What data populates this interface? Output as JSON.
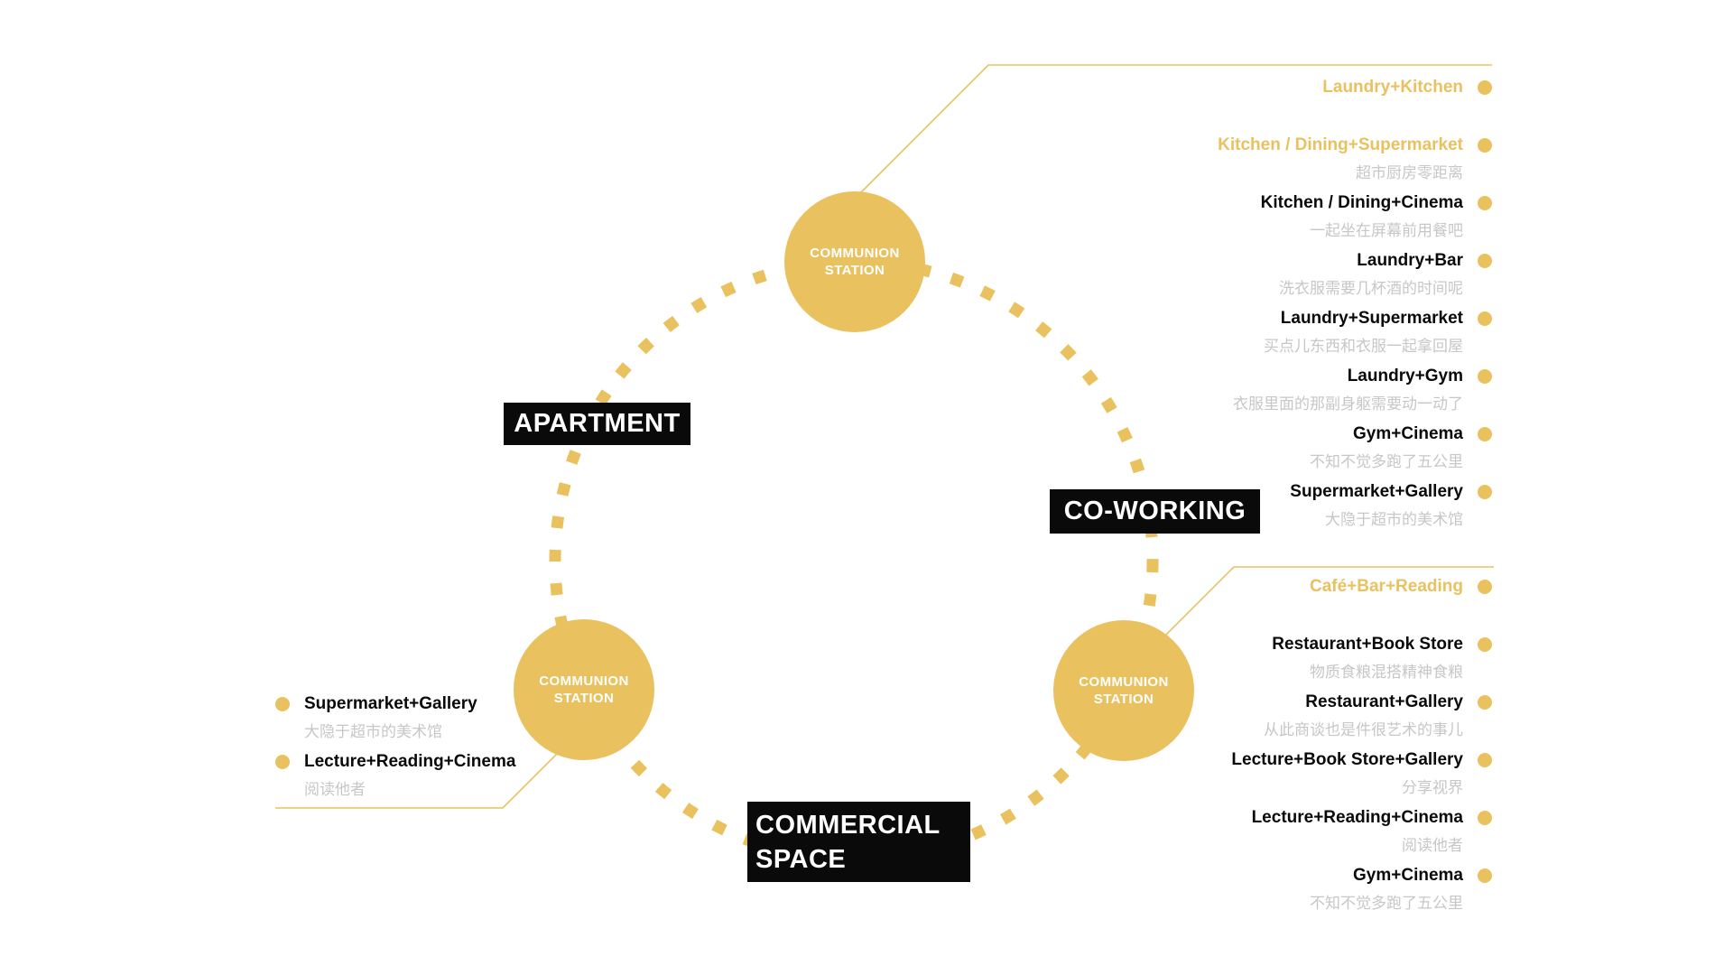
{
  "colors": {
    "accent": "#E9C25F",
    "ink": "#0A0A0A",
    "muted": "#C7C7C9",
    "white": "#FFFFFF"
  },
  "station": {
    "line1": "COMMUNION",
    "line2": "STATION"
  },
  "zones": {
    "apartment": "APARTMENT",
    "coworking": "CO-WORKING",
    "commercial_line1": "COMMERCIAL",
    "commercial_line2": "SPACE"
  },
  "groups": {
    "apartment_combos": {
      "items": [
        {
          "title": "Laundry+Kitchen",
          "subtitle": "",
          "highlight": true
        },
        {
          "title": "Kitchen / Dining+Supermarket",
          "subtitle": "超市厨房零距离",
          "highlight": true
        },
        {
          "title": "Kitchen / Dining+Cinema",
          "subtitle": "一起坐在屏幕前用餐吧",
          "highlight": false
        },
        {
          "title": "Laundry+Bar",
          "subtitle": "洗衣服需要几杯酒的时间呢",
          "highlight": false
        },
        {
          "title": "Laundry+Supermarket",
          "subtitle": "买点儿东西和衣服一起拿回屋",
          "highlight": false
        },
        {
          "title": "Laundry+Gym",
          "subtitle": "衣服里面的那副身躯需要动一动了",
          "highlight": false
        },
        {
          "title": "Gym+Cinema",
          "subtitle": "不知不觉多跑了五公里",
          "highlight": false
        },
        {
          "title": "Supermarket+Gallery",
          "subtitle": "大隐于超市的美术馆",
          "highlight": false
        }
      ]
    },
    "coworking_combos": {
      "items": [
        {
          "title": "Café+Bar+Reading",
          "subtitle": "",
          "highlight": true
        },
        {
          "title": "Restaurant+Book Store",
          "subtitle": "物质食粮混搭精神食粮",
          "highlight": false
        },
        {
          "title": "Restaurant+Gallery",
          "subtitle": "从此商谈也是件很艺术的事儿",
          "highlight": false
        },
        {
          "title": "Lecture+Book Store+Gallery",
          "subtitle": "分享视界",
          "highlight": false
        },
        {
          "title": "Lecture+Reading+Cinema",
          "subtitle": "阅读他者",
          "highlight": false
        },
        {
          "title": "Gym+Cinema",
          "subtitle": "不知不觉多跑了五公里",
          "highlight": false
        }
      ]
    },
    "commercial_combos": {
      "items": [
        {
          "title": "Supermarket+Gallery",
          "subtitle": "大隐于超市的美术馆",
          "highlight": false
        },
        {
          "title": "Lecture+Reading+Cinema",
          "subtitle": "阅读他者",
          "highlight": false
        }
      ]
    }
  }
}
